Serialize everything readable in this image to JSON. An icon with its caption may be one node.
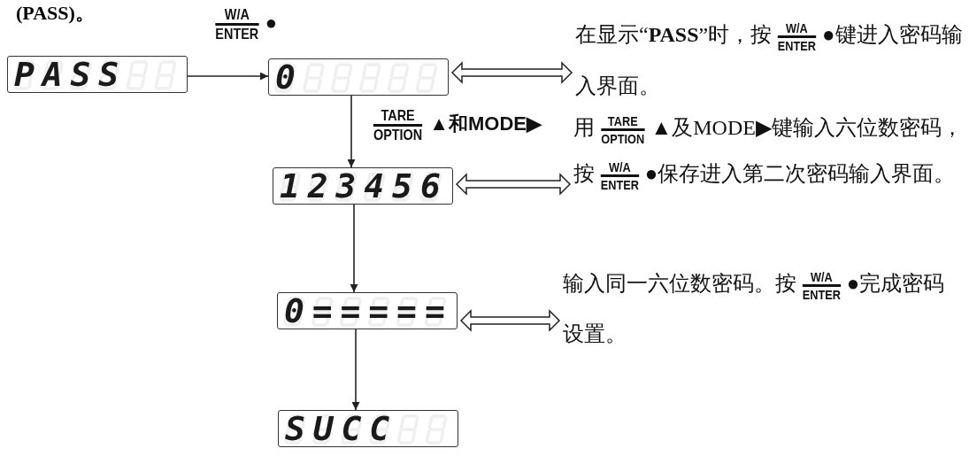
{
  "diagram": {
    "nodes": [
      {
        "text": [
          "PASS"
        ]
      },
      {
        "text": [
          "0"
        ]
      },
      {
        "text": [
          "123456"
        ]
      },
      {
        "text": [
          "0====="
        ]
      },
      {
        "text": [
          "SUCC"
        ]
      },
      {
        "text": [
          "在显示“**PASS**”时，按$^{W/A}$$_{ENTER}$●键进入密码输入界面。"
        ]
      },
      {
        "text": [
          "用$^{TARE}$$_{OPTION}$▲及MODE▶键输入六位数密码，按$^{W/A}$$_{ENTER}$●保存进入第二次密码输入界面。"
        ]
      },
      {
        "text": [
          "输入同一六位数密码。按$^{W/A}$$_{ENTER}$●完成密码设置。"
        ]
      }
    ],
    "edges": [
      {
        "from": 0,
        "to": 1,
        "arrow": "to",
        "label": "$^{W/A}$$_{ENTER}$●"
      },
      {
        "from": 1,
        "to": 2,
        "arrow": "to",
        "label": "$^{TARE}$$_{OPTION}$▲和MODE▶"
      },
      {
        "from": 2,
        "to": 3,
        "arrow": "to"
      },
      {
        "from": 3,
        "to": 4,
        "arrow": "to"
      },
      {
        "from": 1,
        "to": 5,
        "arrow": "both"
      },
      {
        "from": 2,
        "to": 6,
        "arrow": "both"
      },
      {
        "from": 3,
        "to": 7,
        "arrow": "both"
      }
    ],
    "labels": [
      "(PASS)。"
    ]
  }
}
